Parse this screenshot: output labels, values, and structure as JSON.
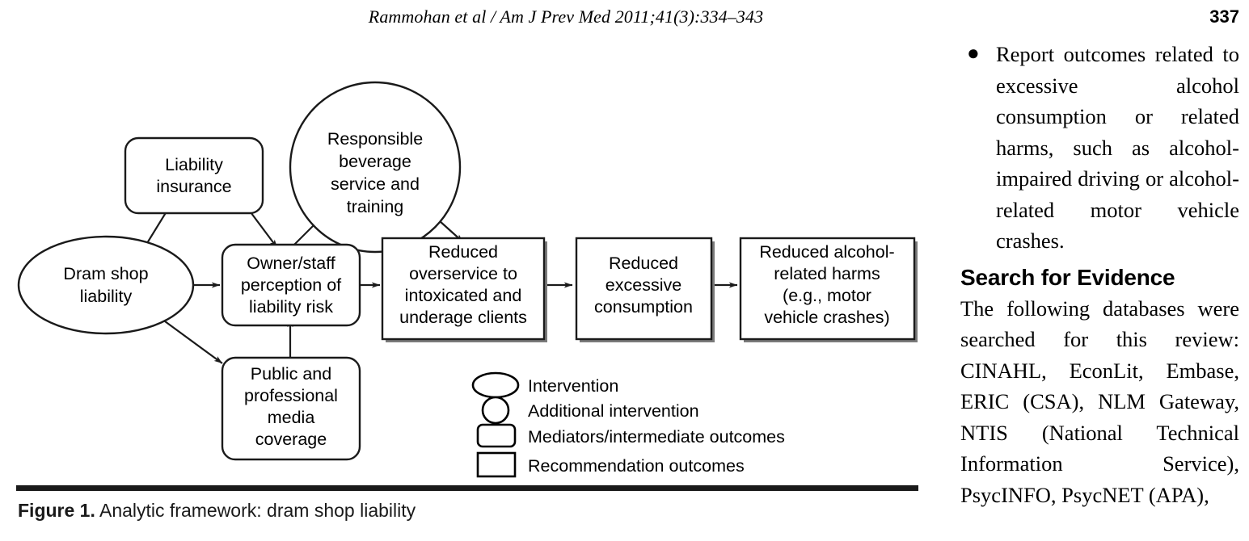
{
  "running_head": {
    "title": "Rammohan et al / Am J Prev Med 2011;41(3):334–343",
    "page_number": "337"
  },
  "figure": {
    "caption_label": "Figure 1.",
    "caption_text": " Analytic framework: dram shop liability",
    "nodes": [
      {
        "id": "dram-shop-liability",
        "shape": "ellipse",
        "lines": [
          "Dram shop",
          "liability"
        ]
      },
      {
        "id": "liability-insurance",
        "shape": "rounded-rect",
        "lines": [
          "Liability",
          "insurance"
        ]
      },
      {
        "id": "responsible-beverage-service",
        "shape": "circle",
        "lines": [
          "Responsible",
          "beverage",
          "service and",
          "training"
        ]
      },
      {
        "id": "owner-staff-perception",
        "shape": "rounded-rect",
        "lines": [
          "Owner/staff",
          "perception of",
          "liability risk"
        ]
      },
      {
        "id": "public-professional-media",
        "shape": "rounded-rect",
        "lines": [
          "Public and",
          "professional",
          "media",
          "coverage"
        ]
      },
      {
        "id": "reduced-overservice",
        "shape": "rect",
        "lines": [
          "Reduced",
          "overservice to",
          "intoxicated and",
          "underage clients"
        ]
      },
      {
        "id": "reduced-excessive-consumption",
        "shape": "rect",
        "lines": [
          "Reduced",
          "excessive",
          "consumption"
        ]
      },
      {
        "id": "reduced-alcohol-harms",
        "shape": "rect-shadow",
        "lines": [
          "Reduced alcohol-",
          "related harms",
          "(e.g., motor",
          "vehicle crashes)"
        ]
      }
    ],
    "legend": [
      {
        "id": "legend-intervention",
        "shape": "ellipse",
        "label": "Intervention"
      },
      {
        "id": "legend-additional-intervention",
        "shape": "circle",
        "label": "Additional intervention"
      },
      {
        "id": "legend-mediators",
        "shape": "rounded-rect",
        "label": "Mediators/intermediate outcomes"
      },
      {
        "id": "legend-recommendation",
        "shape": "rect",
        "label": "Recommendation outcomes"
      }
    ]
  },
  "right_column": {
    "bullet": "Report outcomes related to excessive alcohol consumption or related harms, such as alcohol-impaired driving or alcohol-related motor vehicle crashes.",
    "bullet_marker": "●",
    "heading": "Search for Evidence",
    "paragraph": "The following databases were searched for this review: CINAHL, EconLit, Embase, ERIC (CSA), NLM Gateway, NTIS (National Technical Information Service), PsycINFO, PsycNET (APA),"
  }
}
